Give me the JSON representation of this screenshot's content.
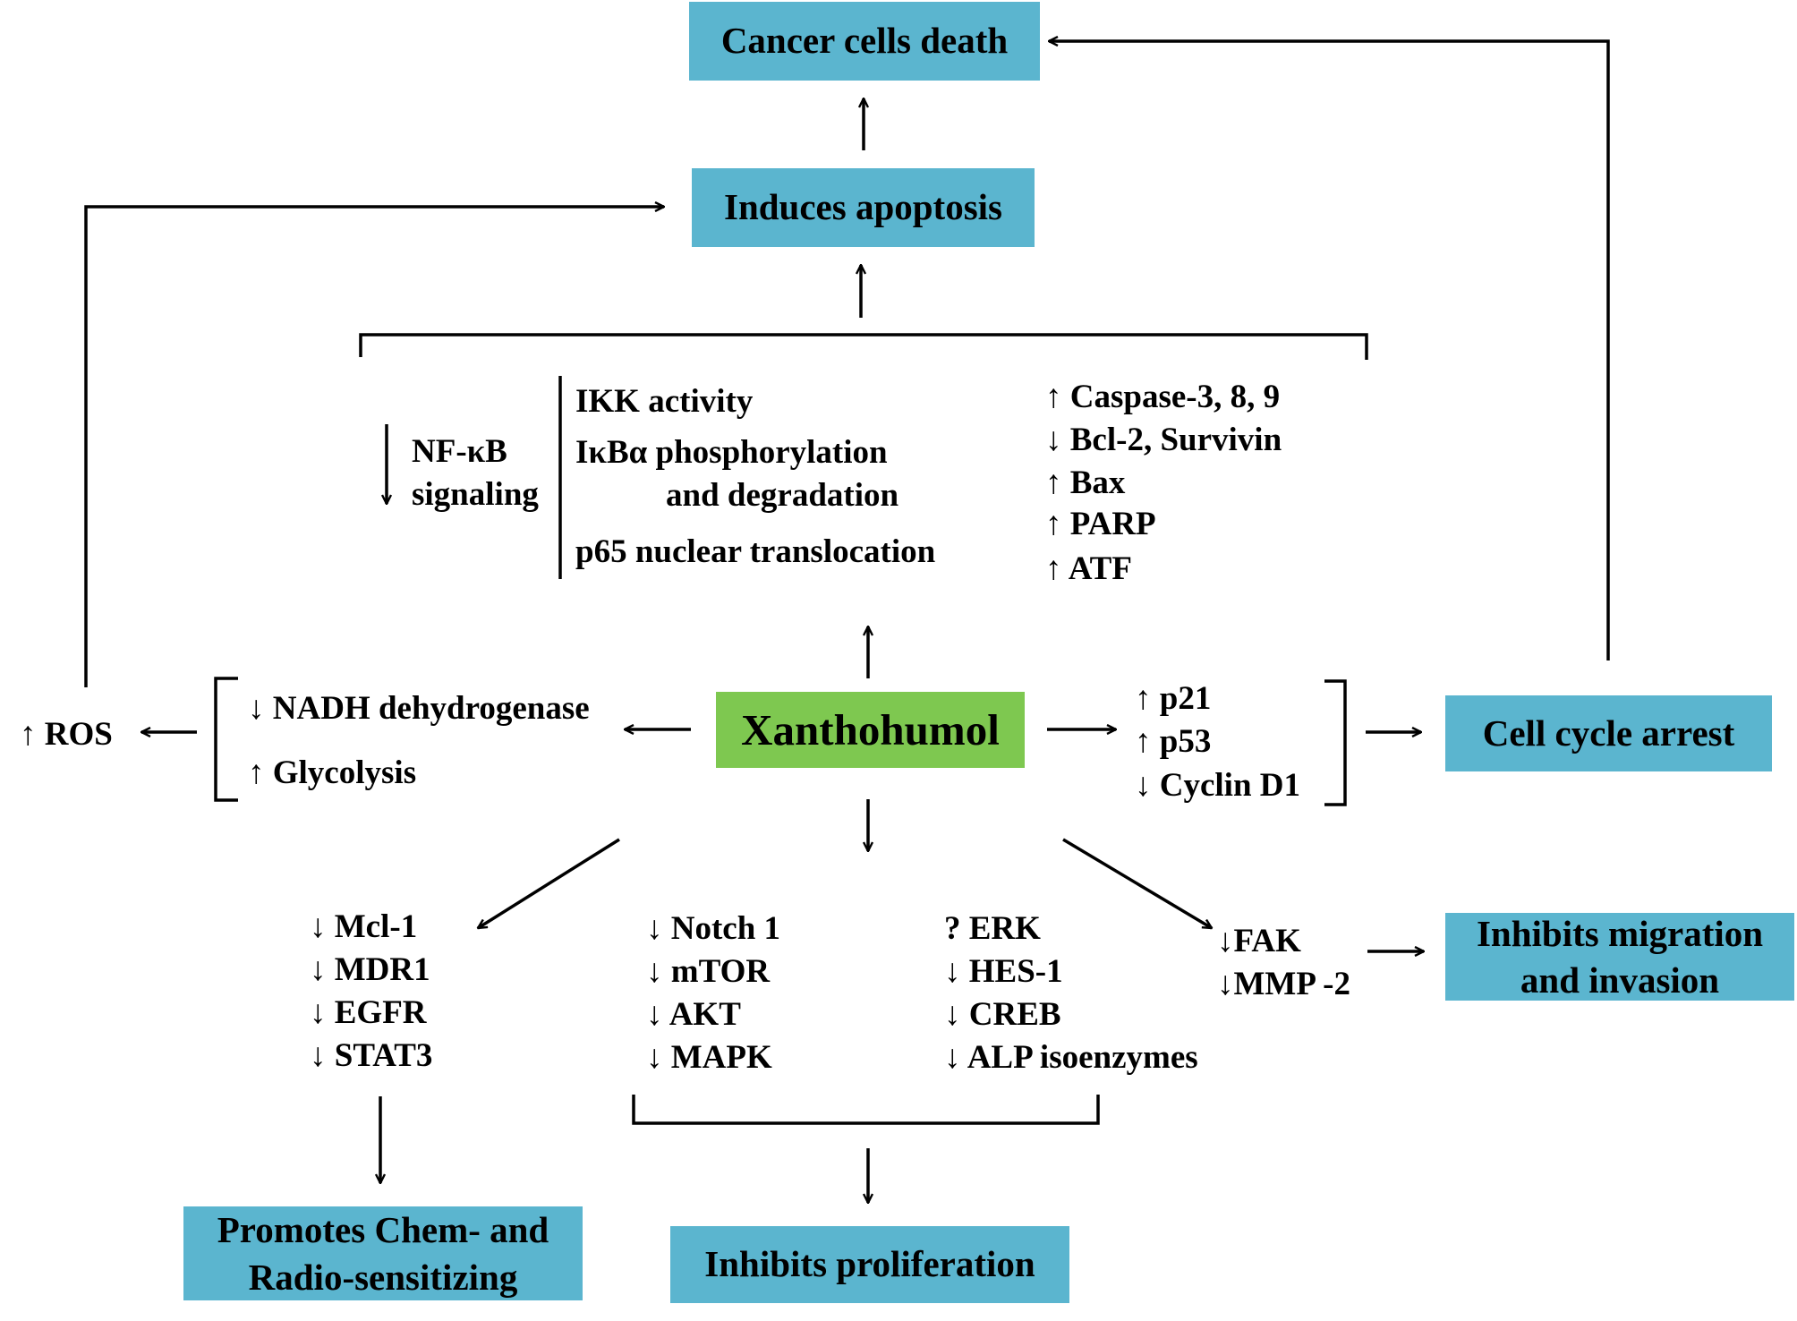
{
  "colors": {
    "box_fill": "#5bb5cf",
    "center_fill": "#7ec850",
    "line": "#000000"
  },
  "center": "Xanthohumol",
  "outcomes": {
    "cancer_death": "Cancer cells death",
    "apoptosis": "Induces apoptosis",
    "cell_cycle_arrest": "Cell cycle arrest",
    "migration": [
      "Inhibits migration",
      "and invasion"
    ],
    "proliferation": "Inhibits proliferation",
    "chemo_radio": [
      "Promotes Chem- and",
      "Radio-sensitizing"
    ]
  },
  "nfkb": {
    "arrow": "↓",
    "label": [
      "NF-κB",
      "signaling"
    ],
    "items": [
      "IKK activity",
      "IκBα phosphorylation",
      "and degradation",
      "p65 nuclear translocation"
    ]
  },
  "apoptosis_markers": [
    "↑ Caspase-3, 8, 9",
    "↓ Bcl-2, Survivin",
    "↑ Bax",
    "↑ PARP",
    "↑ ATF"
  ],
  "metabolism": [
    "↓ NADH dehydrogenase",
    "↑ Glycolysis"
  ],
  "ros": "↑ ROS",
  "cell_cycle_markers": [
    "↑ p21",
    "↑ p53",
    "↓ Cyclin  D1"
  ],
  "sensitizing_markers": [
    "↓ Mcl-1",
    "↓ MDR1",
    "↓ EGFR",
    "↓ STAT3"
  ],
  "proliferation_markers_a": [
    "↓ Notch 1",
    "↓ mTOR",
    "↓ AKT",
    "↓ MAPK"
  ],
  "proliferation_markers_b": [
    "? ERK",
    "↓ HES-1",
    "↓ CREB",
    "↓ ALP isoenzymes"
  ],
  "migration_markers": [
    "↓FAK",
    "↓MMP -2"
  ]
}
